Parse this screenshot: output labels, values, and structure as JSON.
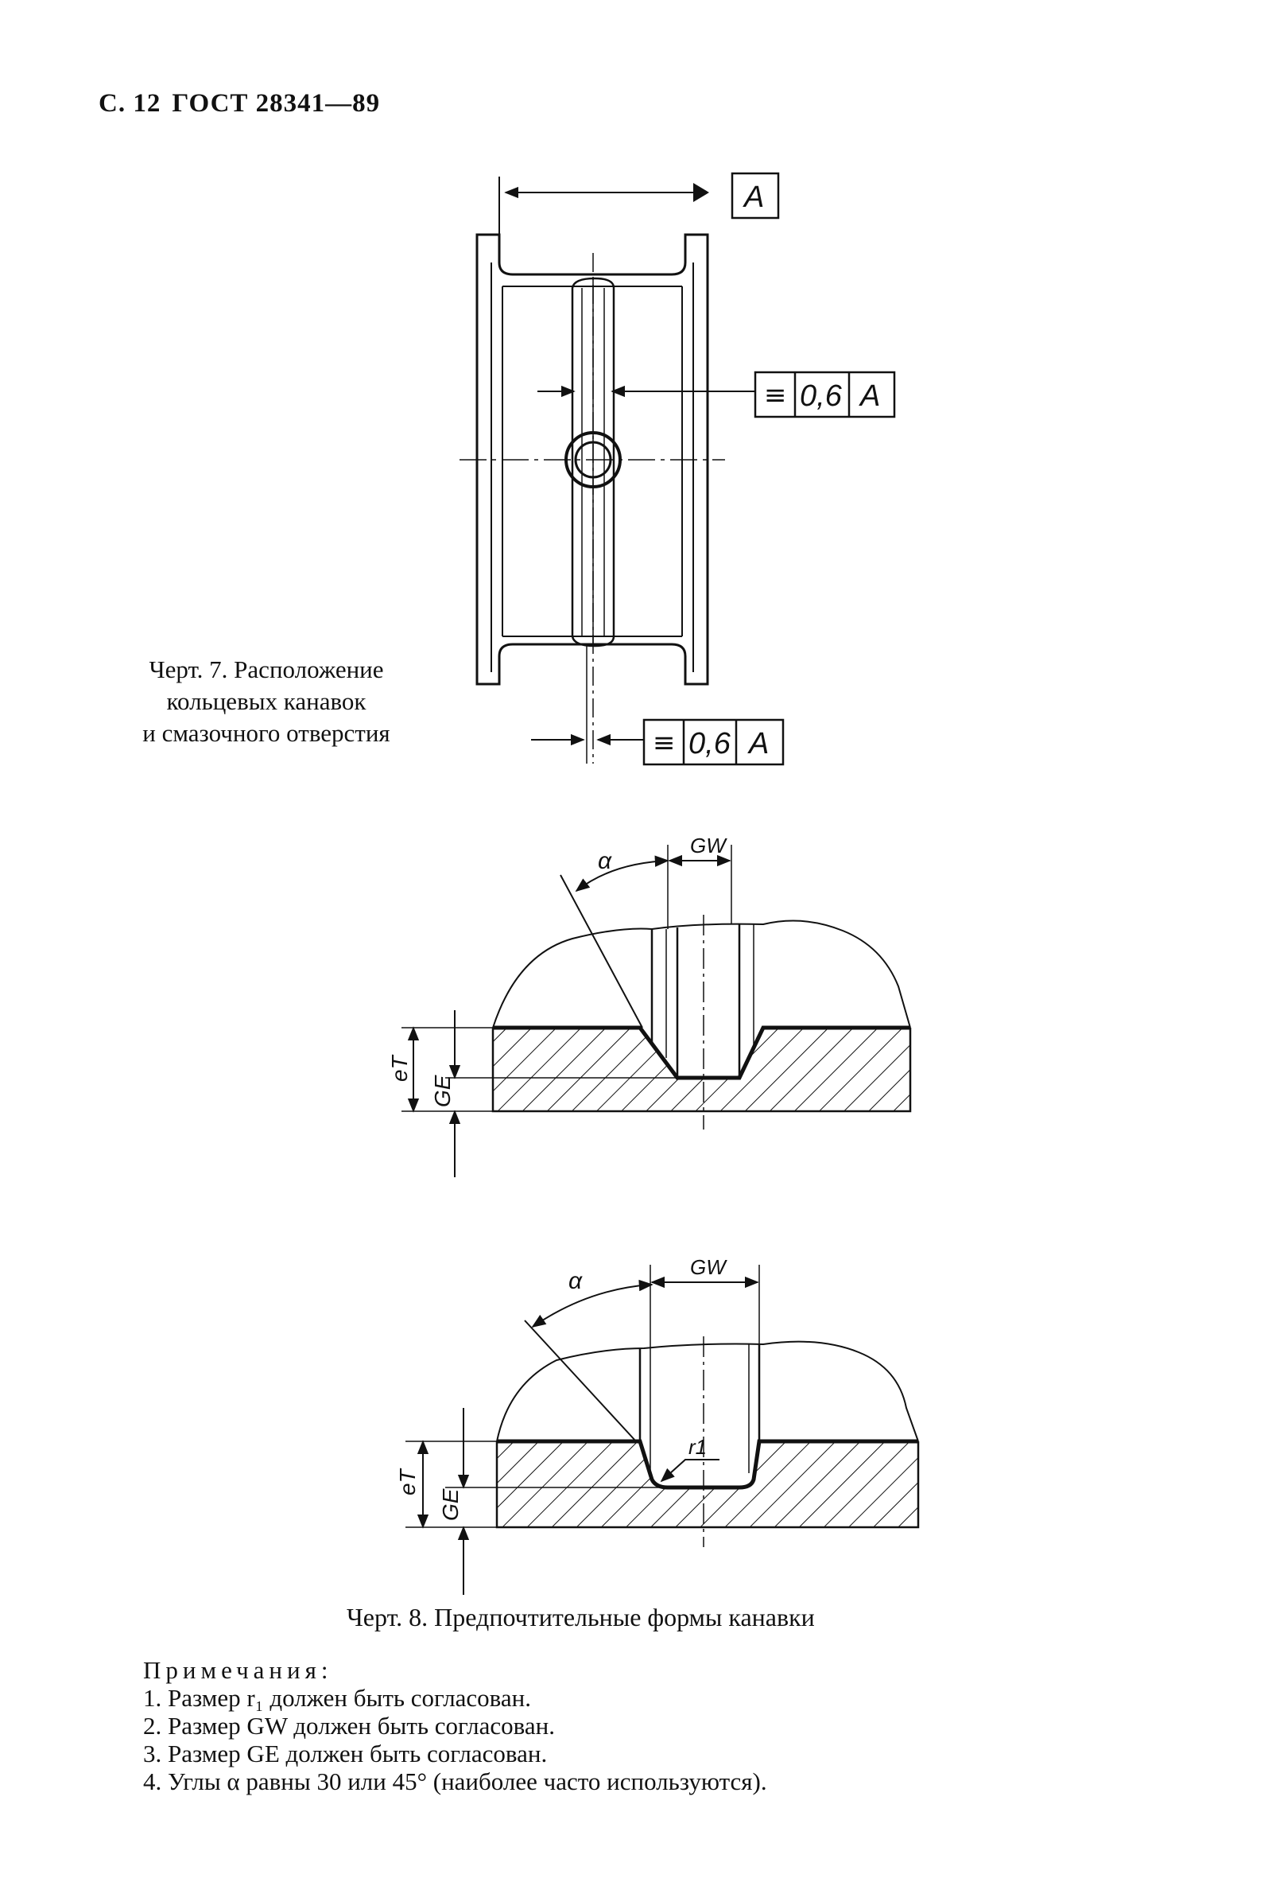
{
  "header": {
    "page": "С. 12",
    "standard": "ГОСТ 28341—89"
  },
  "fig7": {
    "caption_lines": [
      "Черт. 7. Расположение",
      "кольцевых канавок",
      "и смазочного отверстия"
    ],
    "datum_label": "A",
    "tolerance_top": {
      "symbol": "≡",
      "value": "0,6",
      "datum": "A"
    },
    "tolerance_bottom": {
      "symbol": "≡",
      "value": "0,6",
      "datum": "A"
    }
  },
  "fig8": {
    "caption": "Черт. 8. Предпочтительные формы канавки",
    "upper": {
      "alpha": "α",
      "gw": "GW",
      "et": "eT",
      "ge": "GE"
    },
    "lower": {
      "alpha": "α",
      "gw": "GW",
      "r1": "r1",
      "et": "eT",
      "ge": "GE"
    }
  },
  "notes": {
    "title": "Примечания:",
    "items": [
      "1. Размер r₁ должен быть согласован.",
      "2. Размер GW должен быть согласован.",
      "3. Размер GE должен быть согласован.",
      "4. Углы α равны 30 или 45° (наиболее часто используются)."
    ]
  }
}
